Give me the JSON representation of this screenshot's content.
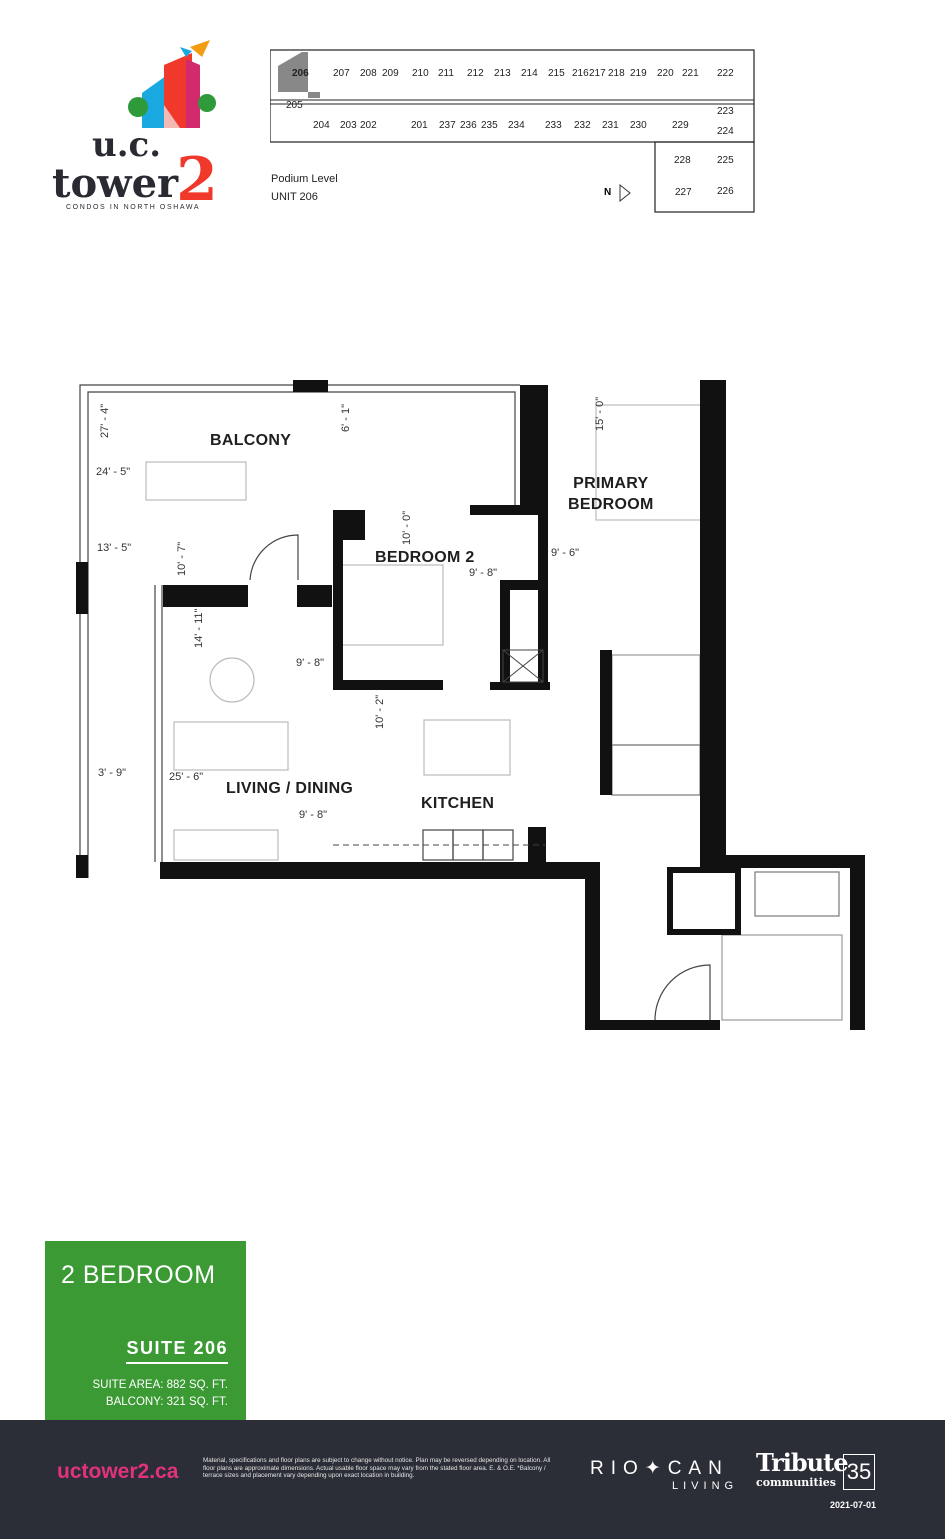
{
  "logo": {
    "line1": "u.c.",
    "line2": "tower",
    "number": "2",
    "tagline": "CONDOS IN NORTH OSHAWA"
  },
  "key_plan": {
    "level": "Podium Level",
    "unit": "UNIT 206",
    "north": "N",
    "top_units": [
      "206",
      "207",
      "208",
      "209",
      "210",
      "211",
      "212",
      "213",
      "214",
      "215",
      "216",
      "217",
      "218",
      "219",
      "220",
      "221",
      "222"
    ],
    "bottom_units": [
      "205",
      "204",
      "203",
      "202",
      "201",
      "237",
      "236",
      "235",
      "234",
      "233",
      "232",
      "231",
      "230",
      "229"
    ],
    "right_units": [
      "223",
      "224",
      "225",
      "226",
      "227",
      "228"
    ]
  },
  "plan": {
    "rooms": {
      "balcony": "BALCONY",
      "primary": "PRIMARY\nBEDROOM",
      "bedroom2": "BEDROOM 2",
      "living": "LIVING / DINING",
      "kitchen": "KITCHEN"
    },
    "dims": {
      "d1": "27' - 4\"",
      "d2": "6' - 1\"",
      "d3": "24' - 5\"",
      "d4": "15' - 0\"",
      "d5": "13' - 5\"",
      "d6": "10' - 7\"",
      "d7": "10' - 0\"",
      "d8": "9' - 8\"",
      "d9": "9' - 6\"",
      "d10": "14' - 11\"",
      "d11": "9' - 8\"",
      "d12": "10' - 2\"",
      "d13": "3' - 9\"",
      "d14": "25' - 6\"",
      "d15": "9' - 8\""
    }
  },
  "suite": {
    "type": "2 BEDROOM",
    "name": "SUITE 206",
    "area": "SUITE AREA: 882 SQ. FT.",
    "balcony": "BALCONY: 321 SQ. FT."
  },
  "footer": {
    "website": "uctower2.ca",
    "disclaimer": "Material, specifications and floor plans are subject to change without notice.  Plan may be reversed depending on location. All floor plans are approximate dimensions. Actual usable floor space may vary from the stated floor area.  E. & O.E.  *Balcony / terrace sizes and placement vary depending upon exact location in building.",
    "riocan": "RIO✦CAN",
    "riocan_sub": "LIVING",
    "tribute": "Tribute",
    "tribute_sub": "communities",
    "tribute_years": "35",
    "date": "2021-07-01"
  },
  "colors": {
    "green": "#3b9a34",
    "footer": "#2b2e36",
    "pink": "#e2327c",
    "wall": "#111111"
  }
}
